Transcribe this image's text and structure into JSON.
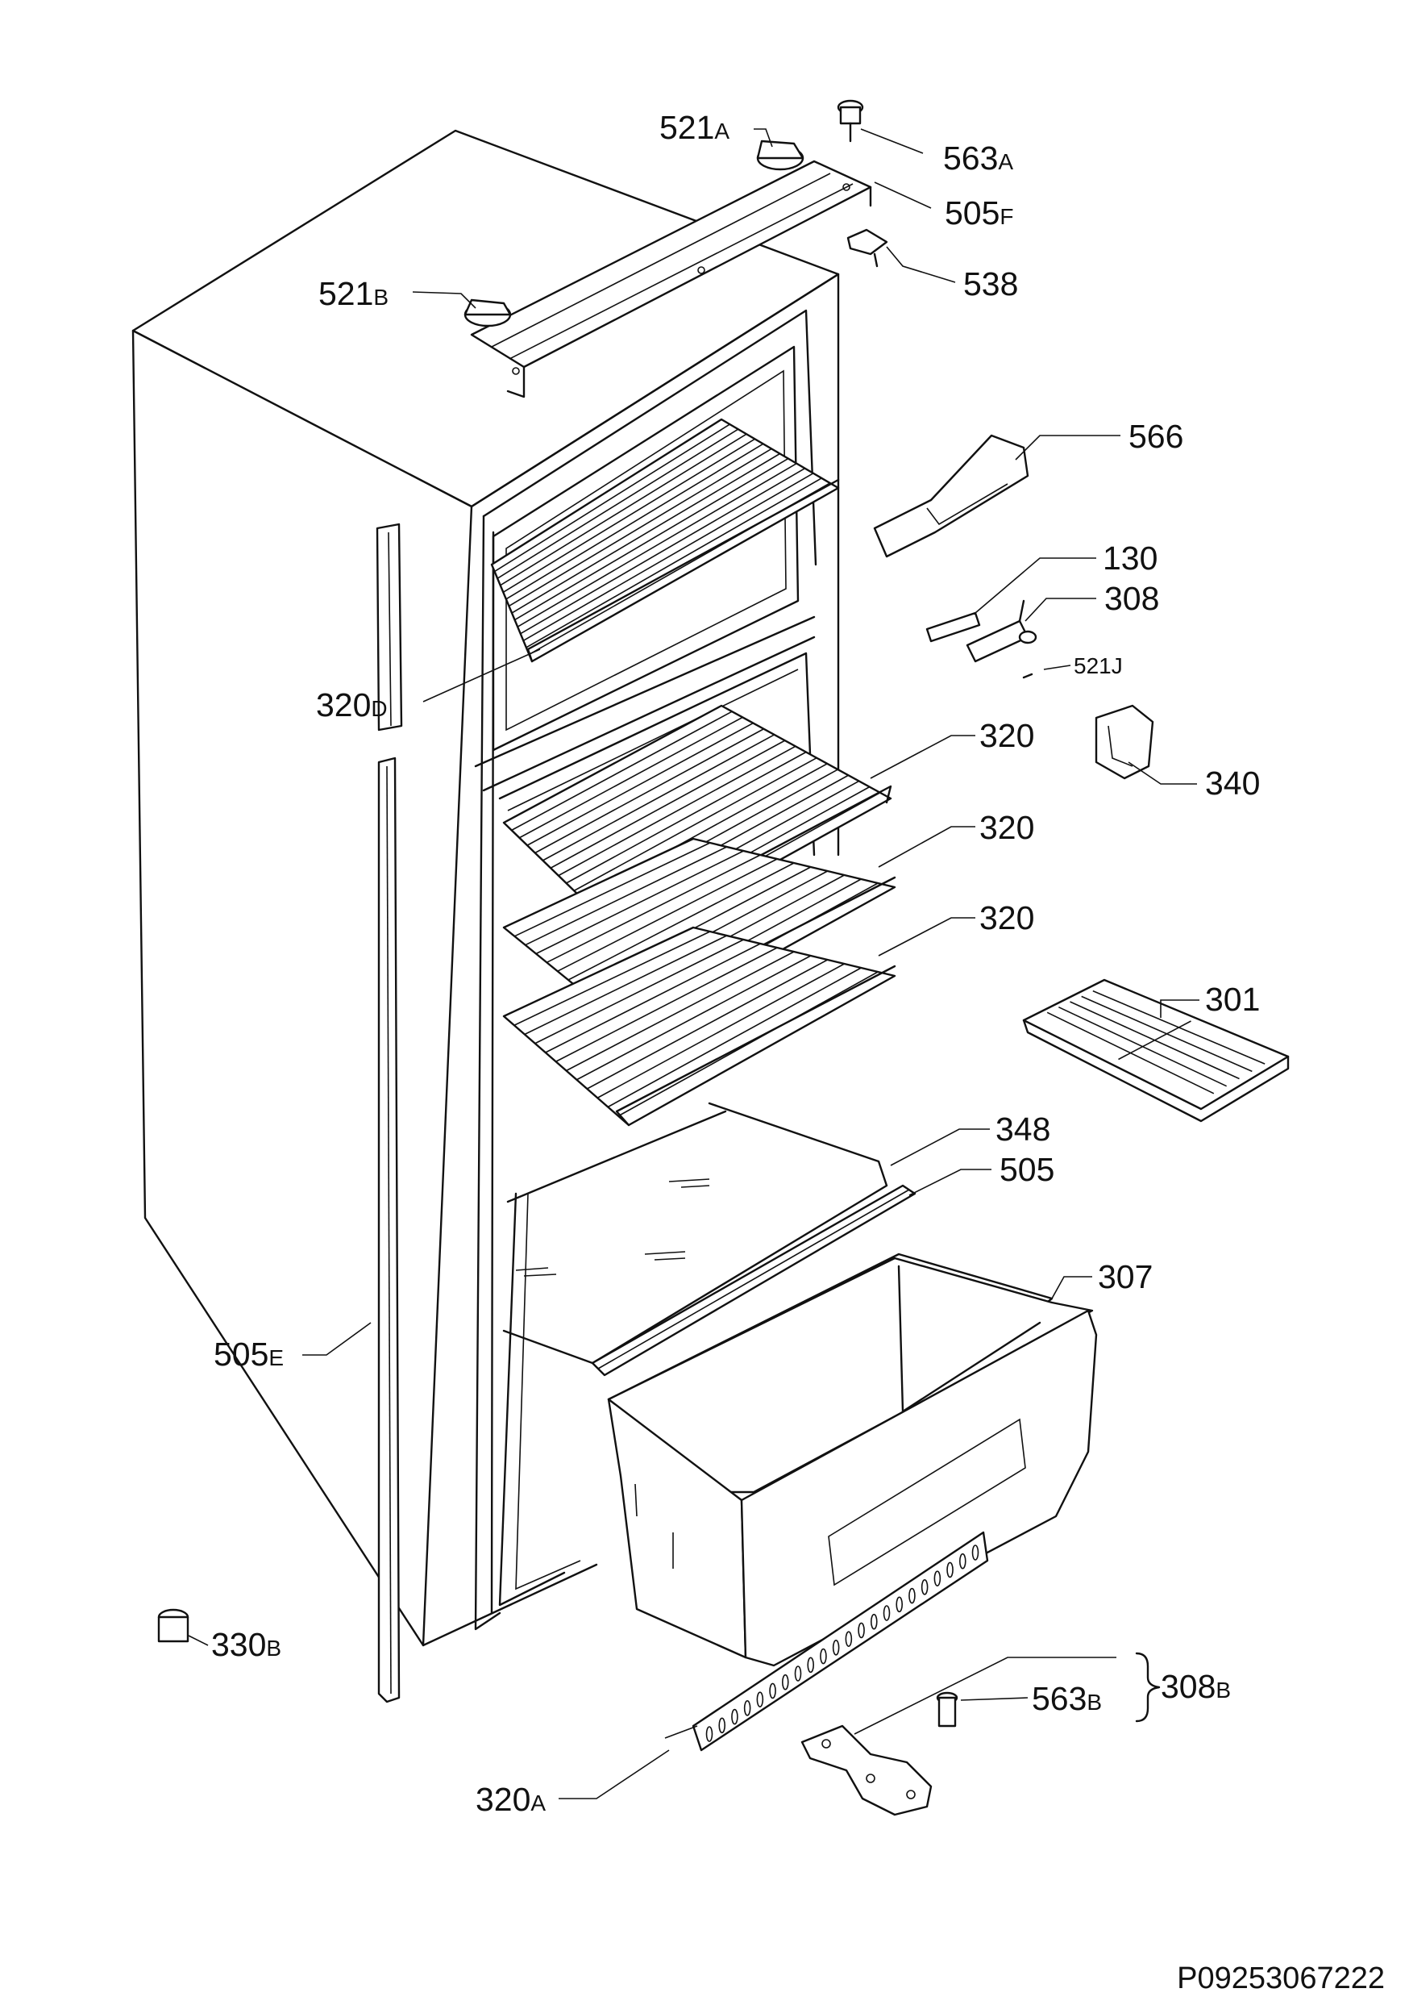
{
  "catalog_code": "P09253067222",
  "labels": [
    {
      "id": "521A",
      "num": "521",
      "suffix": "A"
    },
    {
      "id": "563A",
      "num": "563",
      "suffix": "A"
    },
    {
      "id": "505F",
      "num": "505",
      "suffix": "F"
    },
    {
      "id": "538",
      "num": "538",
      "suffix": ""
    },
    {
      "id": "521B",
      "num": "521",
      "suffix": "B"
    },
    {
      "id": "566",
      "num": "566",
      "suffix": ""
    },
    {
      "id": "130",
      "num": "130",
      "suffix": ""
    },
    {
      "id": "308",
      "num": "308",
      "suffix": ""
    },
    {
      "id": "521J",
      "num": "521",
      "suffix": "J"
    },
    {
      "id": "320D",
      "num": "320",
      "suffix": "D"
    },
    {
      "id": "320a",
      "num": "320",
      "suffix": ""
    },
    {
      "id": "320b",
      "num": "320",
      "suffix": ""
    },
    {
      "id": "320c",
      "num": "320",
      "suffix": ""
    },
    {
      "id": "340",
      "num": "340",
      "suffix": ""
    },
    {
      "id": "301",
      "num": "301",
      "suffix": ""
    },
    {
      "id": "348",
      "num": "348",
      "suffix": ""
    },
    {
      "id": "505",
      "num": "505",
      "suffix": ""
    },
    {
      "id": "307",
      "num": "307",
      "suffix": ""
    },
    {
      "id": "505E",
      "num": "505",
      "suffix": "E"
    },
    {
      "id": "330B",
      "num": "330",
      "suffix": "B"
    },
    {
      "id": "563B",
      "num": "563",
      "suffix": "B"
    },
    {
      "id": "308B",
      "num": "308",
      "suffix": "B"
    },
    {
      "id": "320A",
      "num": "320",
      "suffix": "A"
    }
  ]
}
